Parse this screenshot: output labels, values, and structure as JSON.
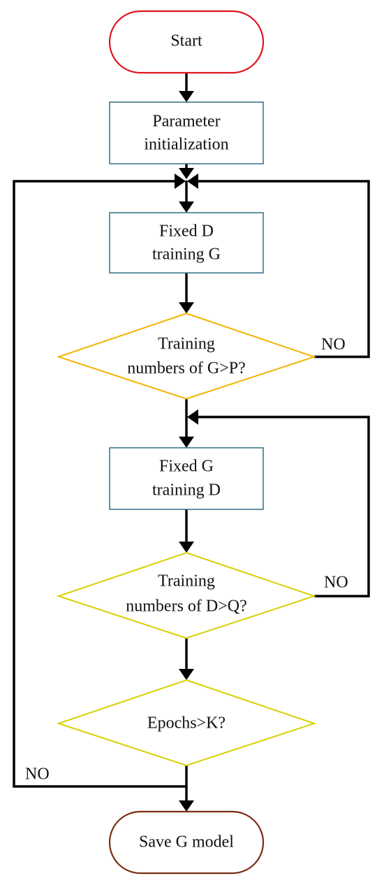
{
  "nodes": {
    "start": {
      "label": "Start",
      "shape": "terminator",
      "border_color": "#e0141e"
    },
    "param_init": {
      "lines": [
        "Parameter",
        "initialization"
      ],
      "shape": "process",
      "border_color": "#2f6f86"
    },
    "fixed_d": {
      "lines": [
        "Fixed D",
        "training G"
      ],
      "shape": "process",
      "border_color": "#2f6f86"
    },
    "decision_g": {
      "lines": [
        "Training",
        "numbers of G>P?"
      ],
      "shape": "decision",
      "border_color": "#f2b400"
    },
    "fixed_g": {
      "lines": [
        "Fixed G",
        "training D"
      ],
      "shape": "process",
      "border_color": "#2f6f86"
    },
    "decision_d": {
      "lines": [
        "Training",
        "numbers of D>Q?"
      ],
      "shape": "decision",
      "border_color": "#d8d000"
    },
    "epochs": {
      "label": "Epochs>K?",
      "shape": "decision",
      "border_color": "#d8d000"
    },
    "save": {
      "label": "Save G model",
      "shape": "terminator",
      "border_color": "#7a2e12"
    }
  },
  "edges": {
    "no_g": {
      "from": "decision_g",
      "to": "fixed_d",
      "label": "NO"
    },
    "no_d": {
      "from": "decision_d",
      "to": "fixed_g",
      "label": "NO"
    },
    "no_epochs": {
      "from": "epochs",
      "to": "fixed_d",
      "label": "NO"
    }
  },
  "colors": {
    "edge": "#000000",
    "text": "#111111"
  }
}
